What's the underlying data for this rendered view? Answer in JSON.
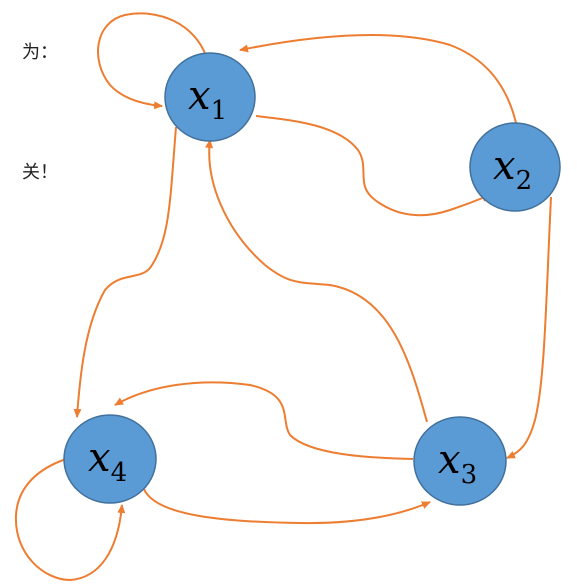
{
  "side_text": {
    "line1": "为：",
    "line2": "关！"
  },
  "diagram": {
    "edge_color": "#ED7D31",
    "node_fill": "#5B9BD5",
    "node_stroke": "#41719C",
    "nodes": [
      {
        "id": "x1",
        "base": "x",
        "sub": "1"
      },
      {
        "id": "x2",
        "base": "x",
        "sub": "2"
      },
      {
        "id": "x3",
        "base": "x",
        "sub": "3"
      },
      {
        "id": "x4",
        "base": "x",
        "sub": "4"
      }
    ],
    "edges": [
      {
        "from": "x1",
        "to": "x1"
      },
      {
        "from": "x1",
        "to": "x2"
      },
      {
        "from": "x2",
        "to": "x1"
      },
      {
        "from": "x2",
        "to": "x3"
      },
      {
        "from": "x3",
        "to": "x1"
      },
      {
        "from": "x3",
        "to": "x4"
      },
      {
        "from": "x4",
        "to": "x3"
      },
      {
        "from": "x1",
        "to": "x4"
      },
      {
        "from": "x4",
        "to": "x4"
      }
    ]
  }
}
